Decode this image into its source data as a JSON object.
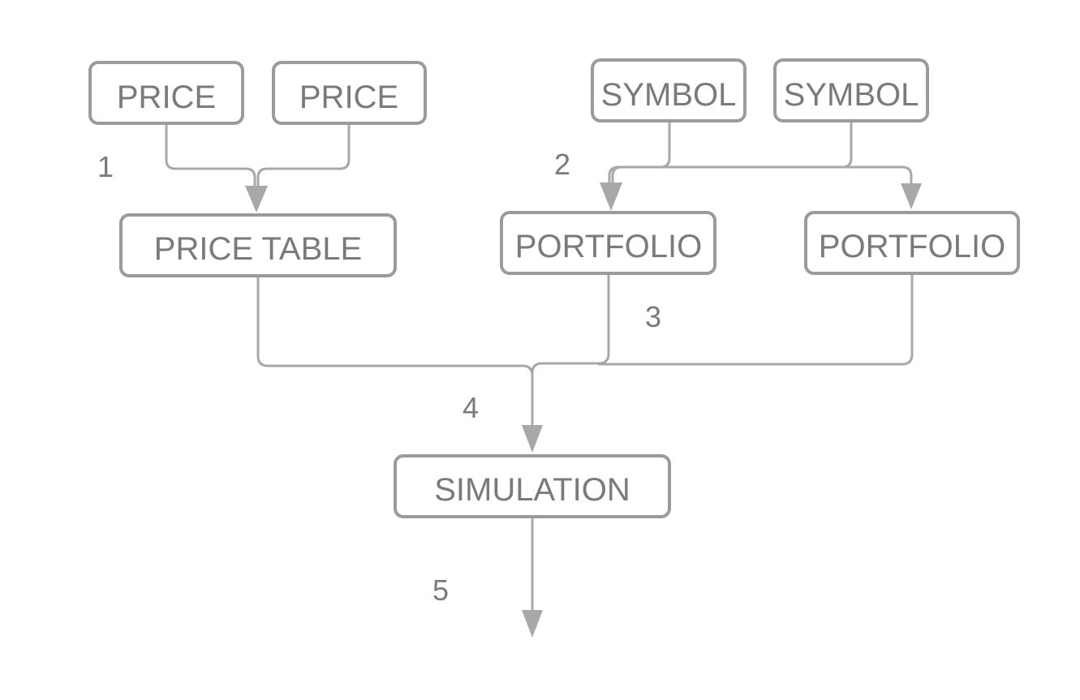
{
  "nodes": {
    "price_1": "PRICE",
    "price_2": "PRICE",
    "symbol_1": "SYMBOL",
    "symbol_2": "SYMBOL",
    "price_table": "PRICE TABLE",
    "portfolio_1": "PORTFOLIO",
    "portfolio_2": "PORTFOLIO",
    "simulation": "SIMULATION"
  },
  "steps": {
    "s1": "1",
    "s2": "2",
    "s3": "3",
    "s4": "4",
    "s5": "5"
  },
  "colors": {
    "box_stroke": "#9b9b9b",
    "connector": "#a8a8a8",
    "text": "#7a7a7a"
  }
}
